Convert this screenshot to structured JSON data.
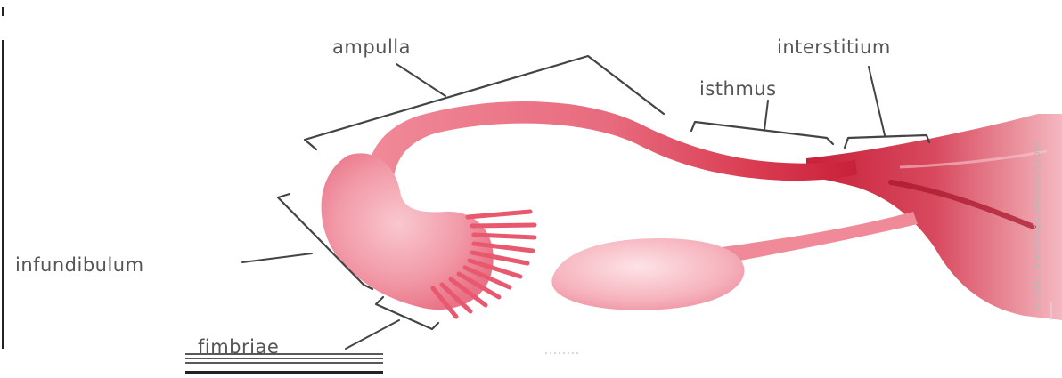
{
  "labels": {
    "ampulla": "ampulla",
    "isthmus": "isthmus",
    "interstitium": "interstitium",
    "infundibulum": "infundibulum",
    "fimbriae": "fimbriae"
  },
  "watermark": "© 2011 www.MedicalAdvisory.com",
  "colors": {
    "tube_dark": "#d93a50",
    "tube_light": "#f4a7b1",
    "background": "#ffffff",
    "label_text": "#555555"
  }
}
